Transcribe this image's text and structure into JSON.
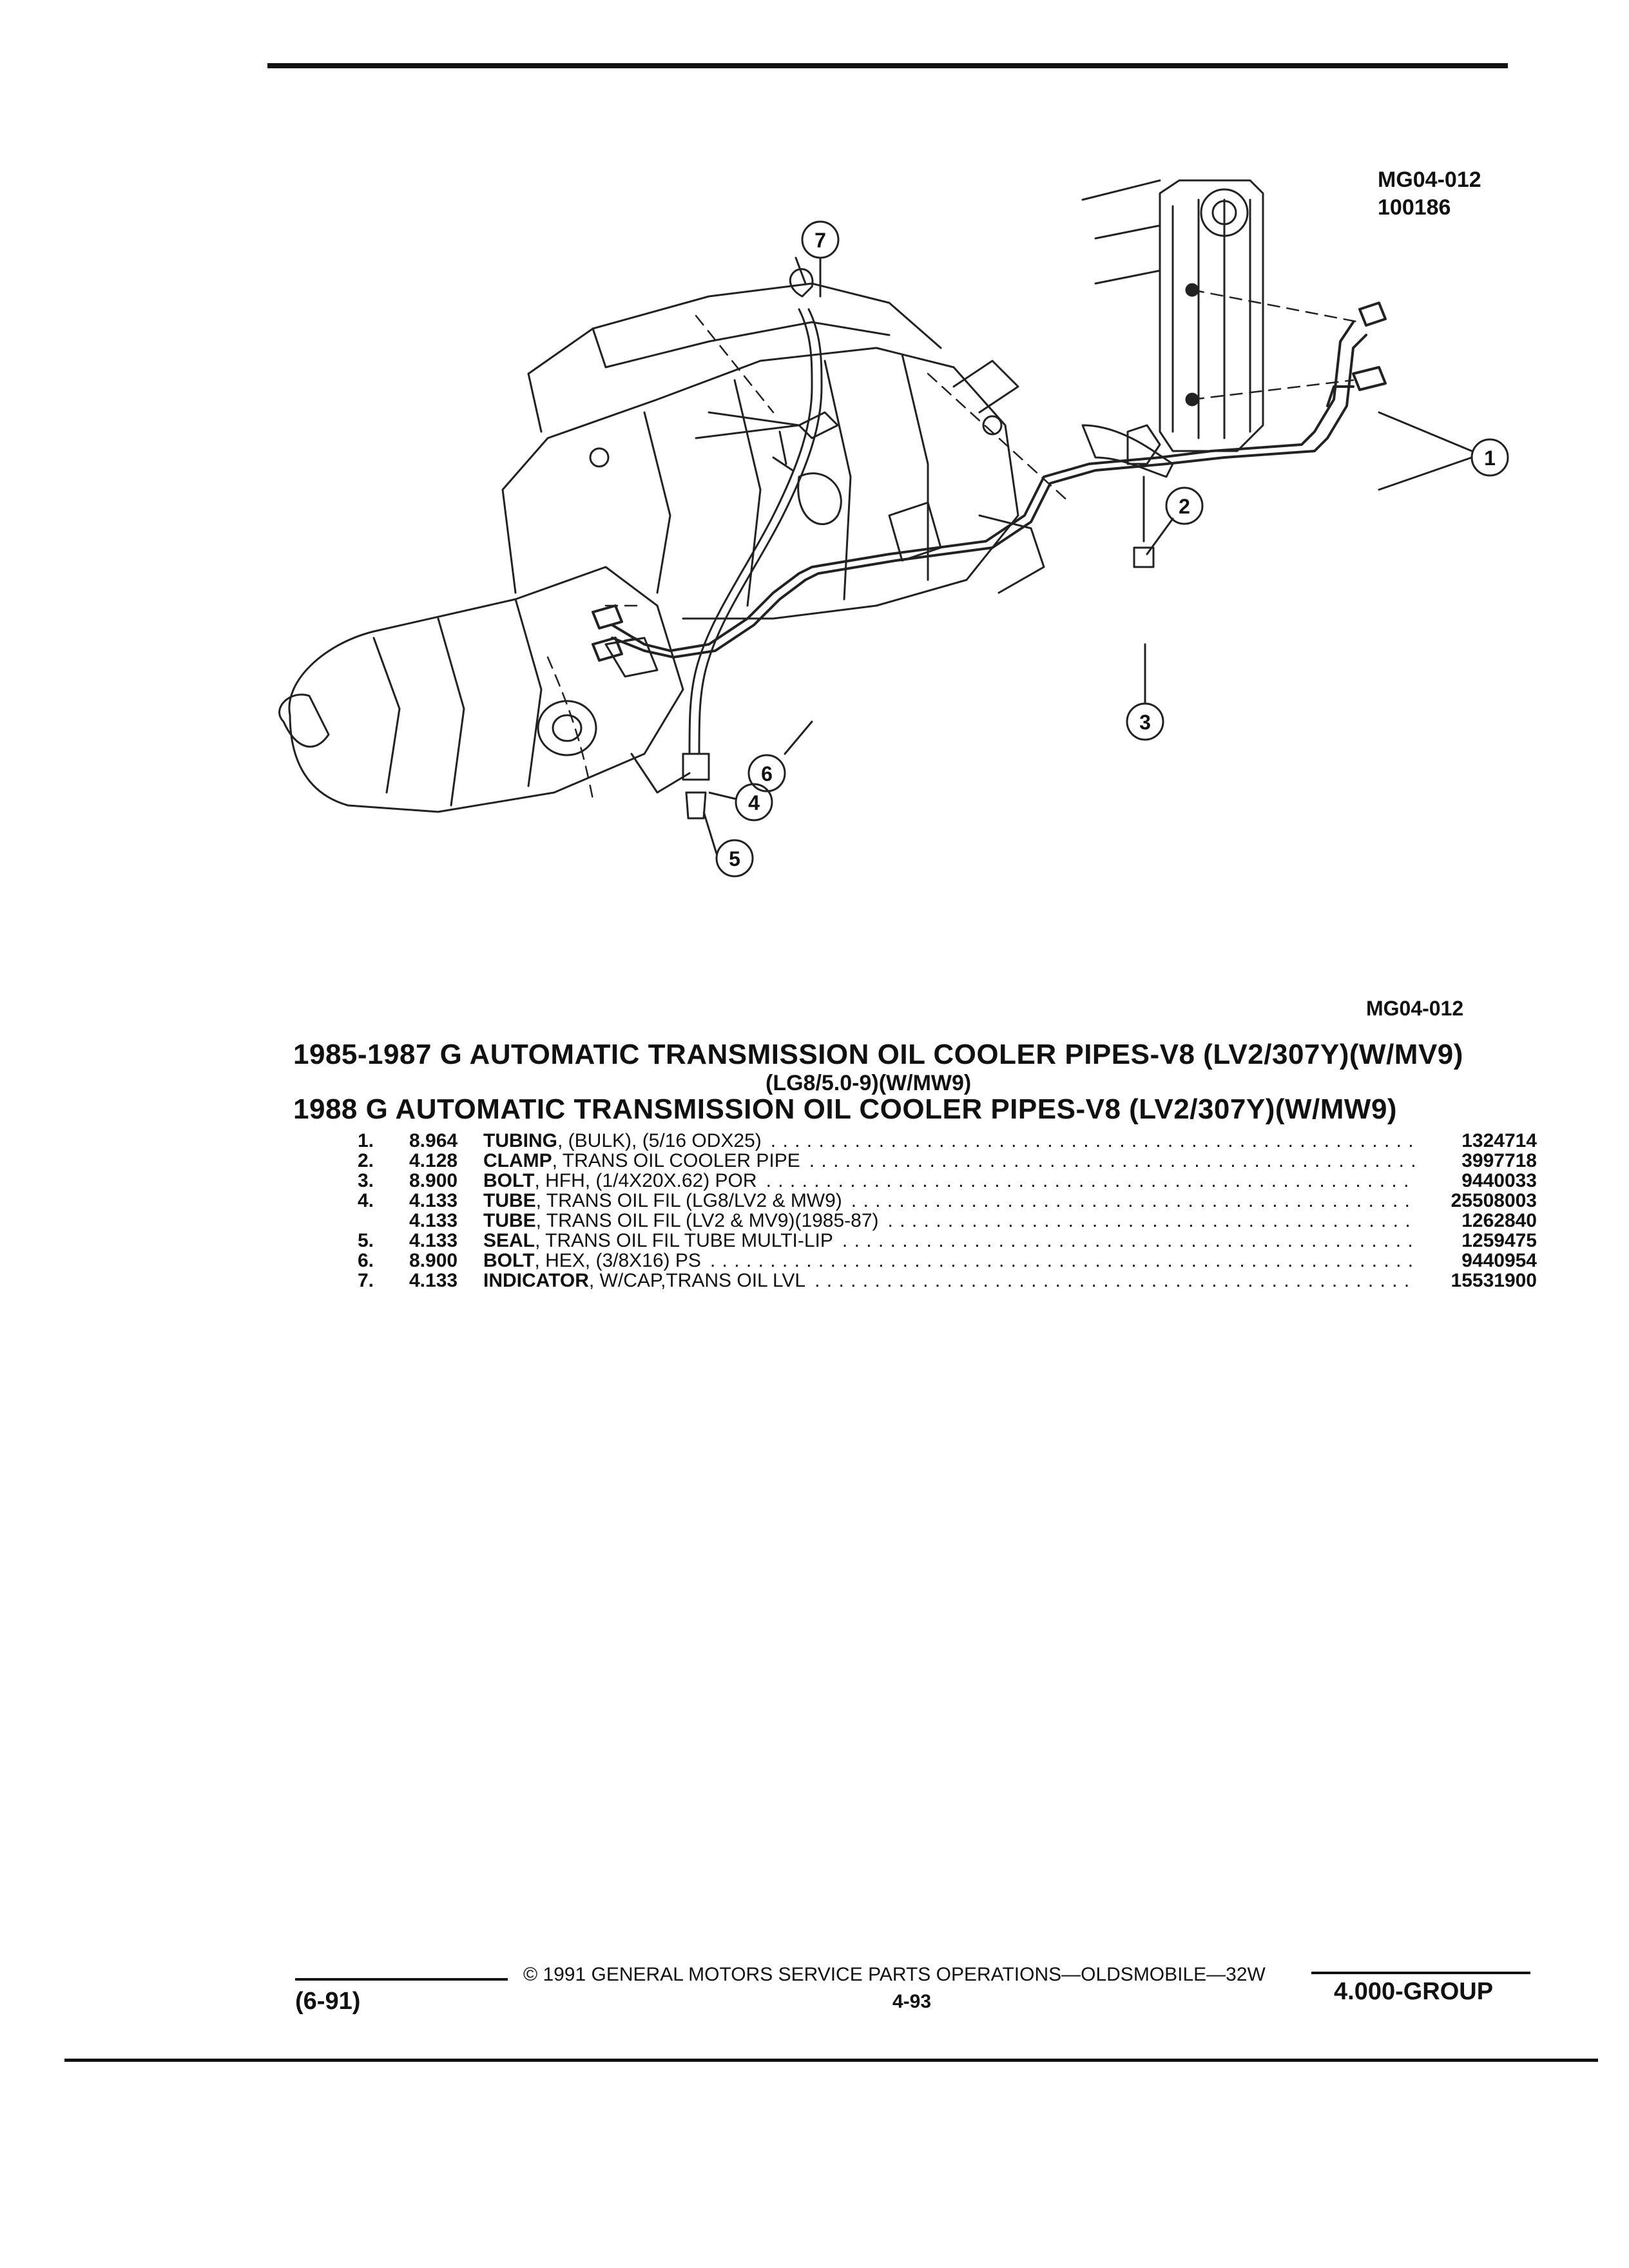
{
  "figure": {
    "ref_top": "MG04-012",
    "date_code": "100186",
    "ref_bottom": "MG04-012",
    "callouts": [
      "1",
      "2",
      "3",
      "4",
      "5",
      "6",
      "7"
    ]
  },
  "headings": {
    "title_1": "1985-1987 G AUTOMATIC TRANSMISSION OIL COOLER PIPES-V8 (LV2/307Y)(W/MV9)",
    "title_1_sub": "(LG8/5.0-9)(W/MW9)",
    "title_2": "1988 G AUTOMATIC TRANSMISSION OIL COOLER PIPES-V8 (LV2/307Y)(W/MW9)"
  },
  "parts": [
    {
      "num": "1.",
      "group": "8.964",
      "name": "TUBING",
      "desc": ", (BULK), (5/16 ODX25)",
      "pn": "1324714"
    },
    {
      "num": "2.",
      "group": "4.128",
      "name": "CLAMP",
      "desc": ", TRANS OIL COOLER PIPE",
      "pn": "3997718"
    },
    {
      "num": "3.",
      "group": "8.900",
      "name": "BOLT",
      "desc": ", HFH, (1/4X20X.62) POR",
      "pn": "9440033"
    },
    {
      "num": "4.",
      "group": "4.133",
      "name": "TUBE",
      "desc": ", TRANS OIL FIL (LG8/LV2 & MW9)",
      "pn": "25508003"
    },
    {
      "num": "",
      "group": "4.133",
      "name": "TUBE",
      "desc": ", TRANS OIL FIL (LV2 & MV9)(1985-87)",
      "pn": "1262840"
    },
    {
      "num": "5.",
      "group": "4.133",
      "name": "SEAL",
      "desc": ", TRANS OIL FIL TUBE MULTI-LIP",
      "pn": "1259475"
    },
    {
      "num": "6.",
      "group": "8.900",
      "name": "BOLT",
      "desc": ", HEX, (3/8X16) PS",
      "pn": "9440954"
    },
    {
      "num": "7.",
      "group": "4.133",
      "name": "INDICATOR",
      "desc": ", W/CAP,TRANS OIL LVL",
      "pn": "15531900"
    }
  ],
  "footer": {
    "date": "(6-91)",
    "copyright": "© 1991 GENERAL MOTORS SERVICE PARTS OPERATIONS—OLDSMOBILE—32W",
    "page": "4-93",
    "group": "4.000-GROUP"
  }
}
